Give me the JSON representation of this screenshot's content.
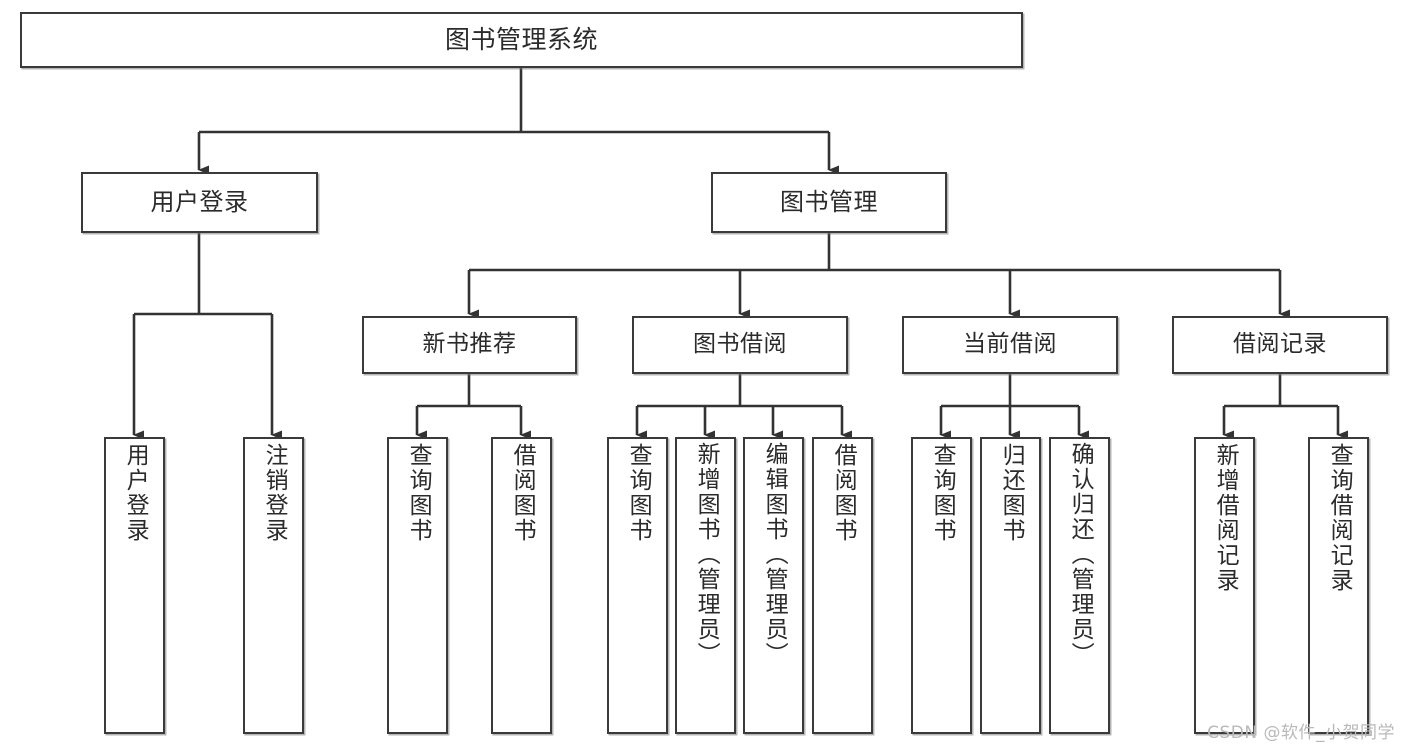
{
  "diagram": {
    "title": "图书管理系统",
    "type": "tree-hierarchy",
    "watermark": "CSDN @软件_小贺同学",
    "colors": {
      "box_border": "#3a3a3a",
      "box_fill": "#ffffff",
      "connector": "#333333",
      "text": "#2b2b2b",
      "watermark": "#b9b9b9"
    },
    "root": {
      "label": "图书管理系统"
    },
    "level2": [
      {
        "label": "用户登录"
      },
      {
        "label": "图书管理"
      }
    ],
    "level3": [
      {
        "label": "新书推荐"
      },
      {
        "label": "图书借阅"
      },
      {
        "label": "当前借阅"
      },
      {
        "label": "借阅记录"
      }
    ],
    "leaves": {
      "user_login": [
        {
          "label": "用户登录"
        },
        {
          "label": "注销登录"
        }
      ],
      "new_book_recommend": [
        {
          "label": "查询图书"
        },
        {
          "label": "借阅图书"
        }
      ],
      "book_borrow": [
        {
          "label": "查询图书"
        },
        {
          "label": "新增图书（管理员）"
        },
        {
          "label": "编辑图书（管理员）"
        },
        {
          "label": "借阅图书"
        }
      ],
      "current_borrow": [
        {
          "label": "查询图书"
        },
        {
          "label": "归还图书"
        },
        {
          "label": "确认归还（管理员）"
        }
      ],
      "borrow_record": [
        {
          "label": "新增借阅记录"
        },
        {
          "label": "查询借阅记录"
        }
      ]
    }
  }
}
